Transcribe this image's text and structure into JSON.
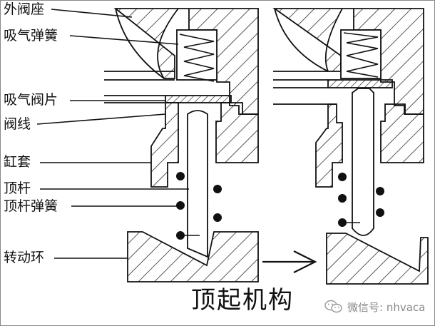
{
  "diagram": {
    "title": "顶起机构",
    "labels": [
      {
        "key": "outer_valve_seat",
        "text": "外阀座"
      },
      {
        "key": "suction_spring",
        "text": "吸气弹簧"
      },
      {
        "key": "suction_valve_plate",
        "text": "吸气阀片"
      },
      {
        "key": "valve_line",
        "text": "阀线"
      },
      {
        "key": "cylinder_sleeve",
        "text": "缸套"
      },
      {
        "key": "push_rod",
        "text": "顶杆"
      },
      {
        "key": "push_rod_spring",
        "text": "顶杆弹簧"
      },
      {
        "key": "rotating_ring",
        "text": "转动环"
      }
    ],
    "arrow_icon": "right-arrow",
    "states": [
      "normal",
      "lifted"
    ]
  },
  "watermark": {
    "icon": "wechat-icon",
    "text": "微信号: nhvaca"
  },
  "colors": {
    "ink": "#111111",
    "watermark": "#888888"
  }
}
